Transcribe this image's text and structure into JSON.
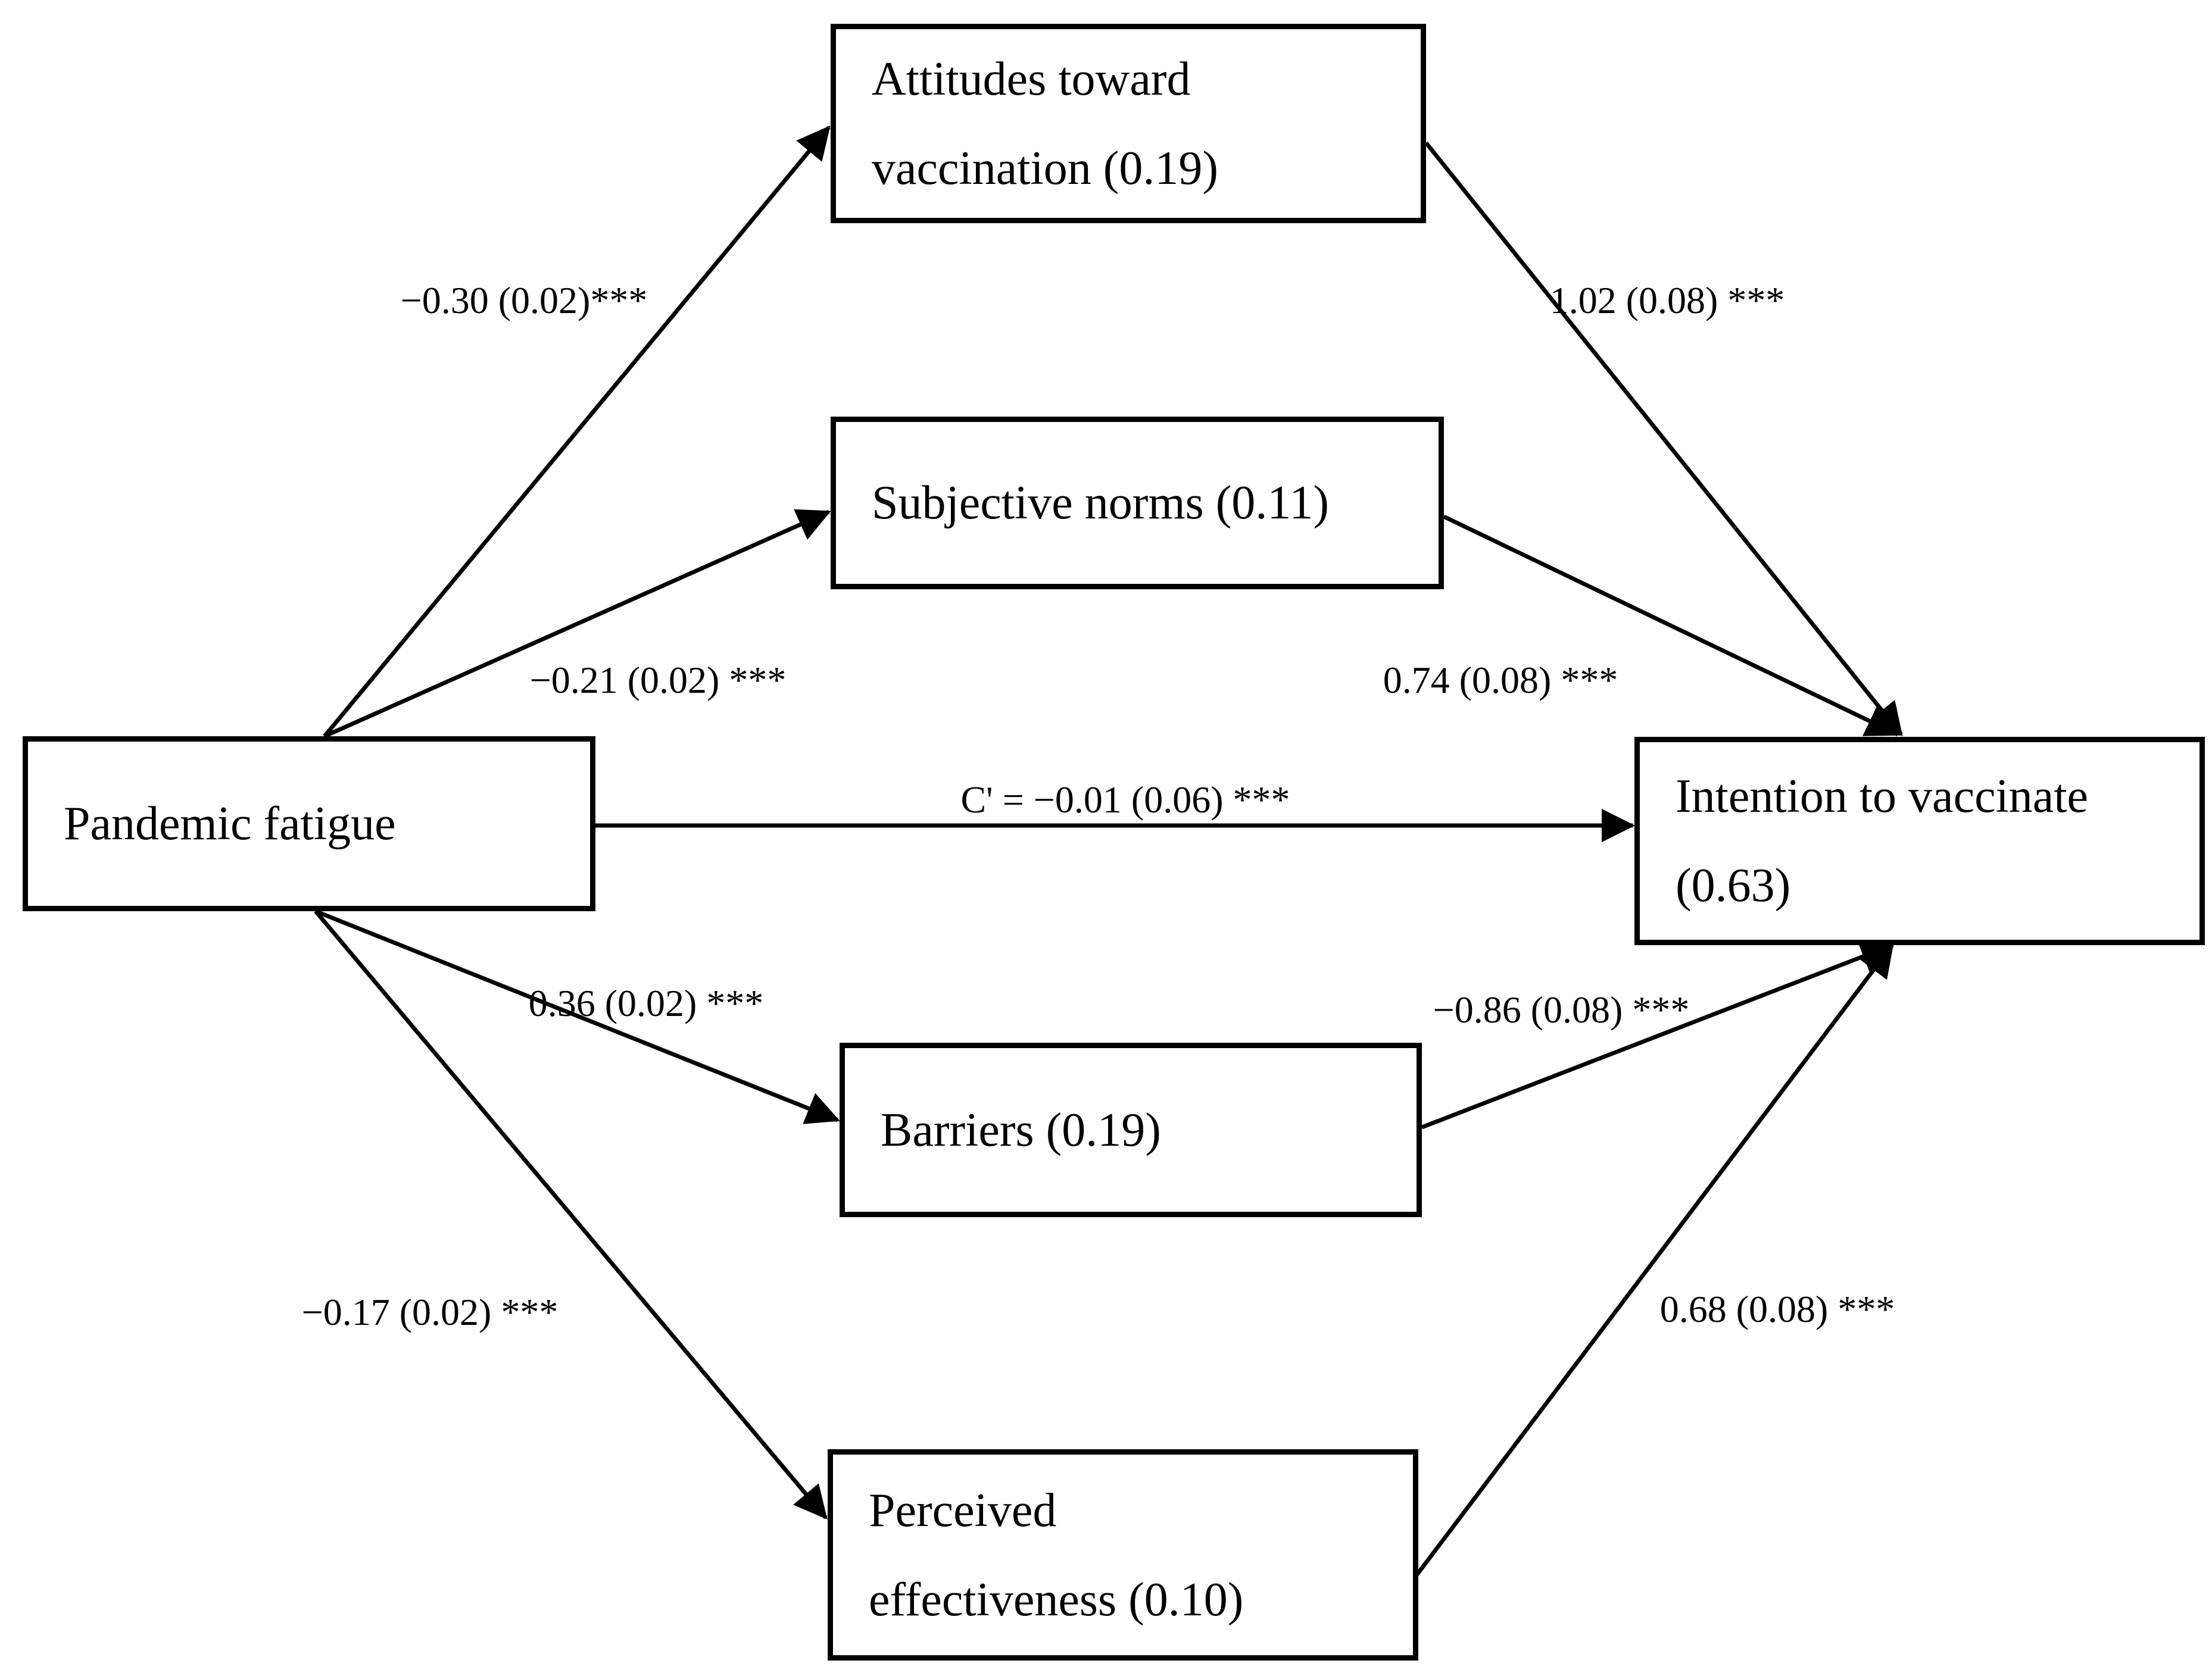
{
  "diagram": {
    "type": "path-model",
    "colors": {
      "background": "#ffffff",
      "line": "#000000",
      "text": "#000000"
    },
    "nodes": {
      "fatigue": {
        "lines": [
          "Pandemic fatigue"
        ]
      },
      "attitudes": {
        "lines": [
          "Attitudes toward",
          "vaccination (0.19)"
        ]
      },
      "subjective": {
        "lines": [
          "Subjective norms (0.11)"
        ]
      },
      "intention": {
        "lines": [
          "Intention to vaccinate",
          "(0.63)"
        ]
      },
      "barriers": {
        "lines": [
          "Barriers (0.19)"
        ]
      },
      "perceived": {
        "lines": [
          "Perceived",
          "effectiveness (0.10)"
        ]
      }
    },
    "edges": {
      "fatigue_to_attitudes": {
        "coefficient": "−0.30 (0.02)***"
      },
      "attitudes_to_intention": {
        "coefficient": "1.02 (0.08) ***"
      },
      "fatigue_to_subjective": {
        "coefficient": "−0.21 (0.02) ***"
      },
      "subjective_to_intention": {
        "coefficient": "0.74 (0.08) ***"
      },
      "fatigue_to_intention": {
        "coefficient": "C' = −0.01 (0.06) ***"
      },
      "fatigue_to_barriers": {
        "coefficient": "0.36 (0.02) ***"
      },
      "barriers_to_intention": {
        "coefficient": "−0.86 (0.08) ***"
      },
      "fatigue_to_perceived": {
        "coefficient": "−0.17 (0.02) ***"
      },
      "perceived_to_intention": {
        "coefficient": "0.68 (0.08) ***"
      }
    }
  }
}
